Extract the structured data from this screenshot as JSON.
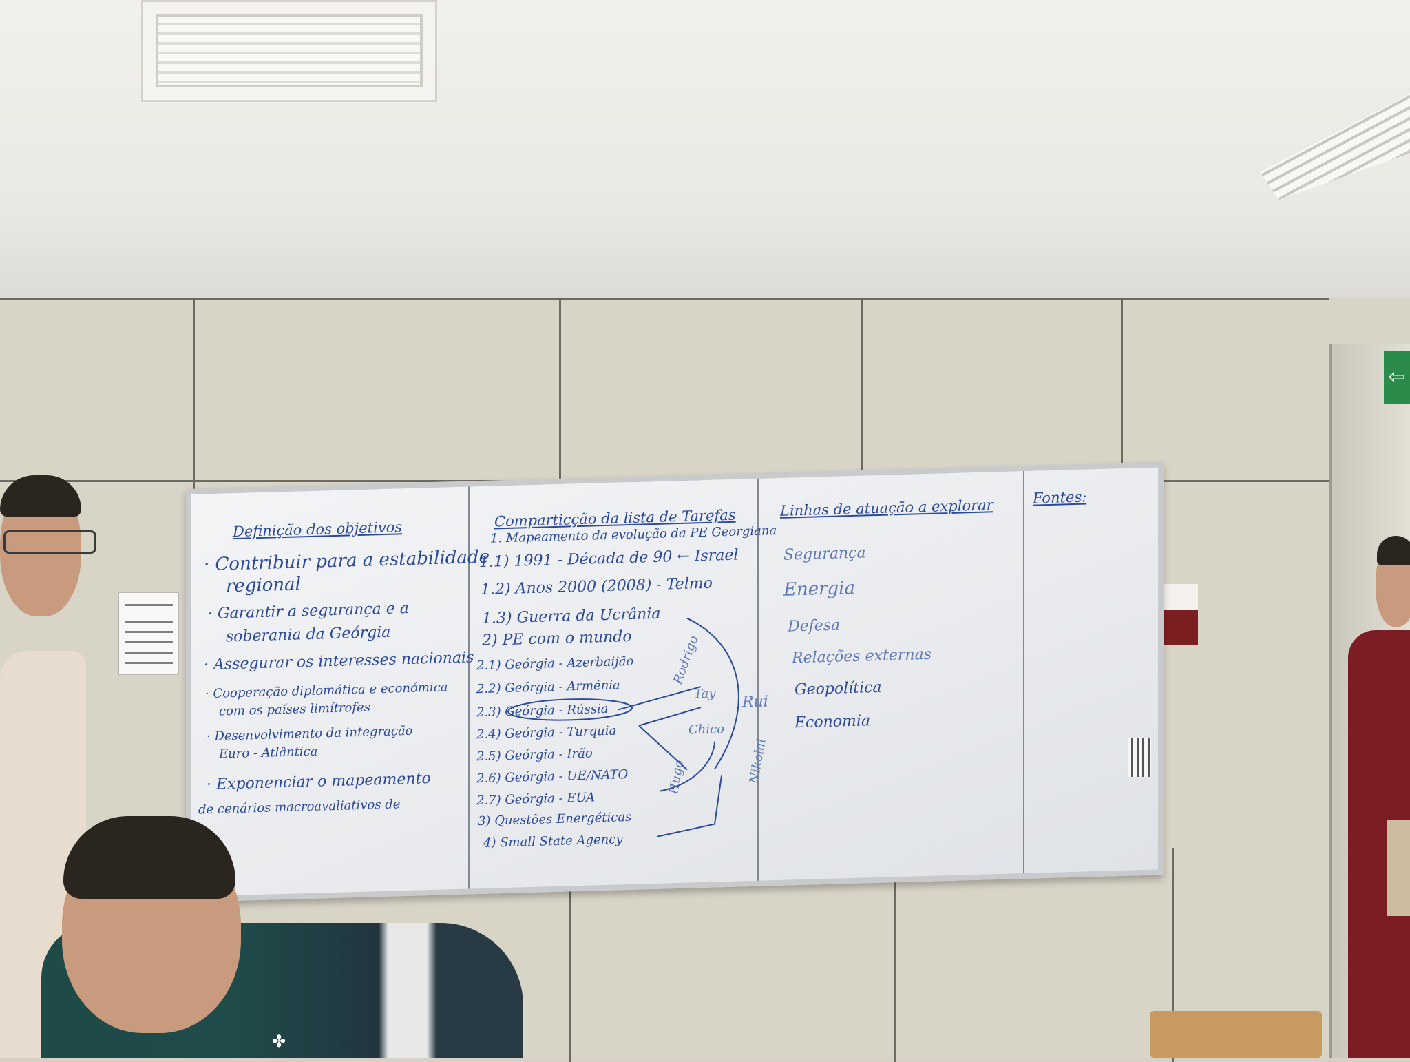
{
  "scene": {
    "description_free": true
  },
  "whiteboard": {
    "col1": {
      "heading": "Definição dos objetivos",
      "lines": [
        "· Contribuir para a estabilidade",
        "regional",
        "· Garantir a segurança e a",
        "soberania da Geórgia",
        "· Assegurar os interesses nacionais",
        "· Cooperação diplomática e económica",
        "com os países limítrofes",
        "· Desenvolvimento da integração",
        "Euro - Atlântica",
        "· Exponenciar o mapeamento",
        "de cenários macroavaliativos de"
      ]
    },
    "col2": {
      "heading": "Comparticção da lista de Tarefas",
      "lines": [
        "1. Mapeamento da evolução da PE Georgiana",
        "1.1) 1991 - Década de 90 ← Israel",
        "1.2) Anos 2000 (2008) - Telmo",
        "1.3) Guerra da Ucrânia",
        "2) PE com o mundo",
        "2.1) Geórgia - Azerbaijão",
        "2.2) Geórgia - Arménia",
        "2.3) Geórgia - Rússia",
        "2.4) Geórgia - Turquia",
        "2.5) Geórgia - Irão",
        "2.6) Geórgia - UE/NATO",
        "2.7) Geórgia - EUA",
        "3) Questões Energéticas",
        "4) Small State Agency"
      ],
      "side_notes": [
        "Rodrigo",
        "Tay",
        "Chico",
        "Rui",
        "Nikolai",
        "Hugo"
      ]
    },
    "col3": {
      "heading": "Linhas de atuação a explorar",
      "lines": [
        "Segurança",
        "Energia",
        "Defesa",
        "Relações externas",
        "Geopolítica",
        "Economia"
      ]
    },
    "col4": {
      "heading": "Fontes:"
    }
  },
  "signs": {
    "exit_symbol": "⇦"
  },
  "colors": {
    "marker_blue": "#2c4a9a",
    "wall": "#d8d4c6",
    "board": "#eceef1"
  }
}
